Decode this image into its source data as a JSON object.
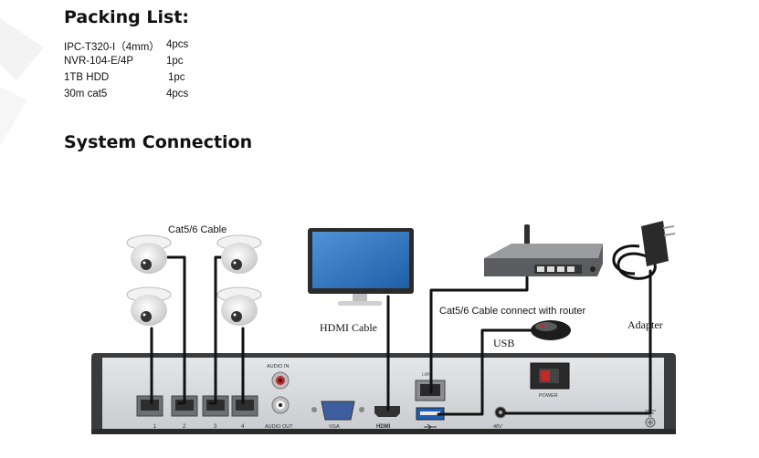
{
  "packing_list": {
    "title": "Packing List:",
    "items": [
      {
        "name": "IPC-T320-I（4mm）",
        "qty": "4pcs"
      },
      {
        "name": "NVR-104-E/4P",
        "qty": "1pc"
      },
      {
        "name": "1TB HDD",
        "qty": "1pc"
      },
      {
        "name": "30m cat5",
        "qty": "4pcs"
      }
    ]
  },
  "system_connection": {
    "title": "System Connection",
    "labels": {
      "cat_cable": "Cat5/6 Cable",
      "hdmi_cable": "HDMI Cable",
      "router_cable": "Cat5/6 Cable connect with router",
      "usb": "USB",
      "adapter": "Adapter"
    },
    "panel": {
      "audio_in": "AUDIO IN",
      "audio_out": "AUDIO OUT",
      "vga": "VGA",
      "hdmi": "HDMI",
      "power": "POWER",
      "dc": "48V",
      "lan": "LAN",
      "ports": [
        "1",
        "2",
        "3",
        "4"
      ]
    }
  }
}
